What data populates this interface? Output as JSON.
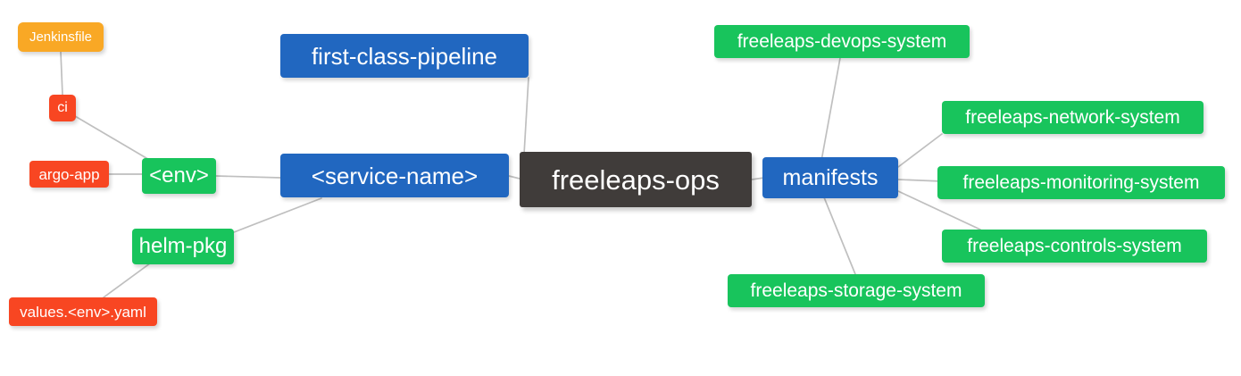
{
  "diagram": {
    "type": "mindmap",
    "title": "freeleaps-ops",
    "background": "#ffffff",
    "edge_color": "#bfbfbf",
    "palette": {
      "root": "#403C3A",
      "blue": "#2167C0",
      "green": "#18C45C",
      "orange": "#F9A825",
      "red": "#F84622",
      "text": "#ffffff"
    }
  },
  "nodes": {
    "root": {
      "label": "freeleaps-ops"
    },
    "service_name": {
      "label": "<service-name>"
    },
    "first_class_pipeline": {
      "label": "first-class-pipeline"
    },
    "manifests": {
      "label": "manifests"
    },
    "env": {
      "label": "<env>"
    },
    "helm_pkg": {
      "label": "helm-pkg"
    },
    "jenkinsfile": {
      "label": "Jenkinsfile"
    },
    "ci": {
      "label": "ci"
    },
    "argo_app": {
      "label": "argo-app"
    },
    "values_yaml": {
      "label": "values.<env>.yaml"
    },
    "devops_system": {
      "label": "freeleaps-devops-system"
    },
    "network_system": {
      "label": "freeleaps-network-system"
    },
    "monitoring_system": {
      "label": "freeleaps-monitoring-system"
    },
    "controls_system": {
      "label": "freeleaps-controls-system"
    },
    "storage_system": {
      "label": "freeleaps-storage-system"
    }
  },
  "edges": [
    {
      "from": "root",
      "to": "first_class_pipeline"
    },
    {
      "from": "root",
      "to": "service_name"
    },
    {
      "from": "root",
      "to": "manifests"
    },
    {
      "from": "service_name",
      "to": "env"
    },
    {
      "from": "service_name",
      "to": "helm_pkg"
    },
    {
      "from": "env",
      "to": "ci"
    },
    {
      "from": "env",
      "to": "argo_app"
    },
    {
      "from": "ci",
      "to": "jenkinsfile"
    },
    {
      "from": "helm_pkg",
      "to": "values_yaml"
    },
    {
      "from": "manifests",
      "to": "devops_system"
    },
    {
      "from": "manifests",
      "to": "network_system"
    },
    {
      "from": "manifests",
      "to": "monitoring_system"
    },
    {
      "from": "manifests",
      "to": "controls_system"
    },
    {
      "from": "manifests",
      "to": "storage_system"
    }
  ]
}
